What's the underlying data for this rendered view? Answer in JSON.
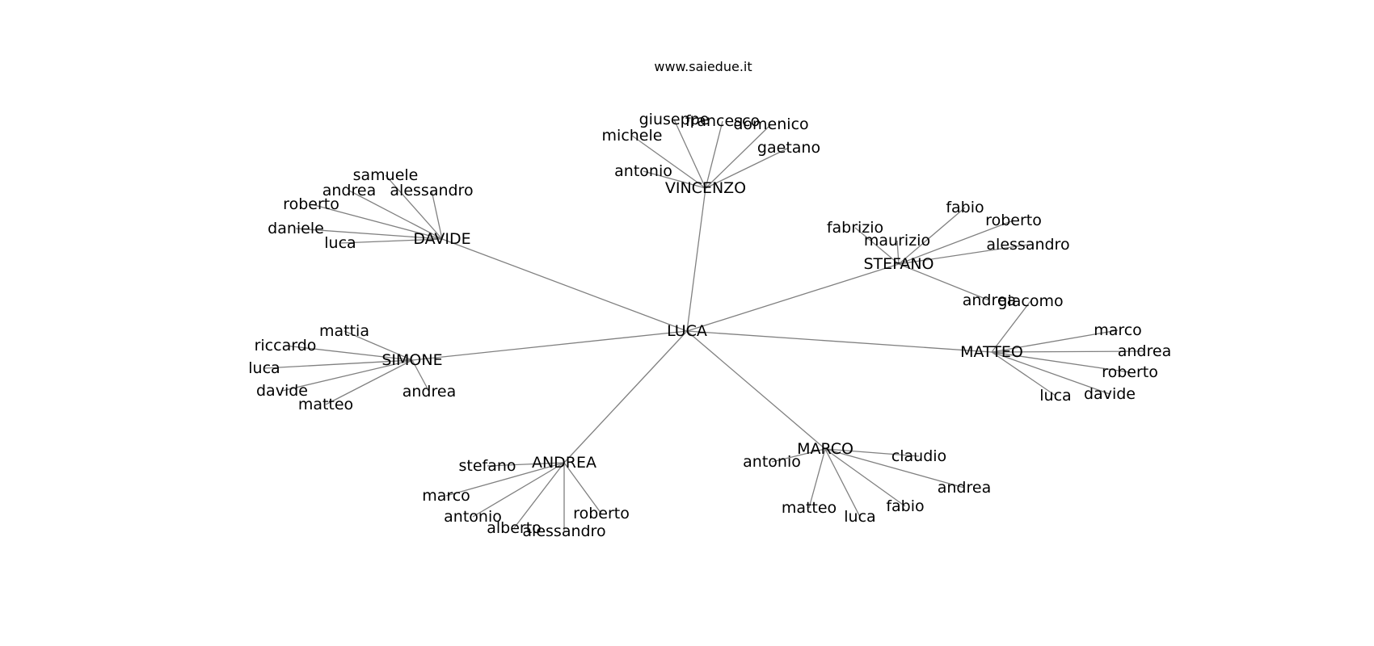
{
  "diagram": {
    "title": "www.saiedue.it",
    "root": "LUCA",
    "hubs": [
      {
        "label": "VINCENZO",
        "leaves": [
          "giuseppe",
          "francesco",
          "domenico",
          "michele",
          "gaetano",
          "antonio"
        ]
      },
      {
        "label": "DAVIDE",
        "leaves": [
          "samuele",
          "andrea",
          "alessandro",
          "roberto",
          "daniele",
          "luca"
        ]
      },
      {
        "label": "STEFANO",
        "leaves": [
          "fabio",
          "fabrizio",
          "roberto",
          "maurizio",
          "alessandro",
          "andrea"
        ]
      },
      {
        "label": "SIMONE",
        "leaves": [
          "mattia",
          "riccardo",
          "luca",
          "davide",
          "matteo",
          "andrea"
        ]
      },
      {
        "label": "MATTEO",
        "leaves": [
          "giacomo",
          "marco",
          "andrea",
          "roberto",
          "davide",
          "luca"
        ]
      },
      {
        "label": "ANDREA",
        "leaves": [
          "stefano",
          "marco",
          "antonio",
          "alberto",
          "alessandro",
          "roberto"
        ]
      },
      {
        "label": "MARCO",
        "leaves": [
          "antonio",
          "claudio",
          "andrea",
          "fabio",
          "matteo",
          "luca"
        ]
      }
    ]
  }
}
